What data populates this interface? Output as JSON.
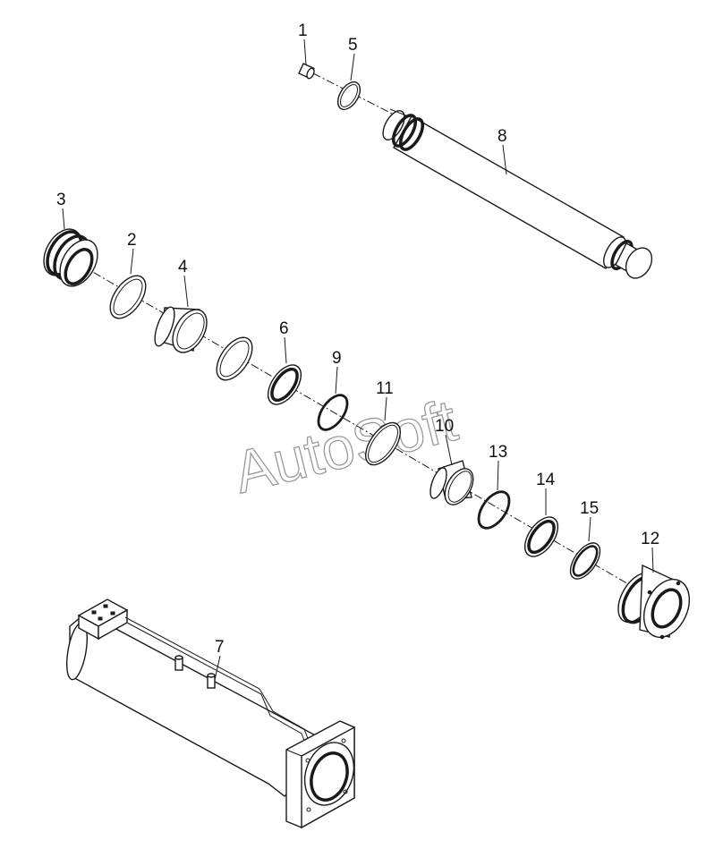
{
  "watermark": "AutoSoft",
  "callouts": [
    {
      "id": "1",
      "label": "1"
    },
    {
      "id": "5",
      "label": "5"
    },
    {
      "id": "8",
      "label": "8"
    },
    {
      "id": "3",
      "label": "3"
    },
    {
      "id": "2",
      "label": "2"
    },
    {
      "id": "4",
      "label": "4"
    },
    {
      "id": "6",
      "label": "6"
    },
    {
      "id": "9",
      "label": "9"
    },
    {
      "id": "11",
      "label": "11"
    },
    {
      "id": "10",
      "label": "10"
    },
    {
      "id": "13",
      "label": "13"
    },
    {
      "id": "14",
      "label": "14"
    },
    {
      "id": "15",
      "label": "15"
    },
    {
      "id": "12",
      "label": "12"
    },
    {
      "id": "7",
      "label": "7"
    }
  ],
  "colors": {
    "line": "#1a1a1a",
    "watermark": "#9a9a9a",
    "background": "#ffffff"
  }
}
